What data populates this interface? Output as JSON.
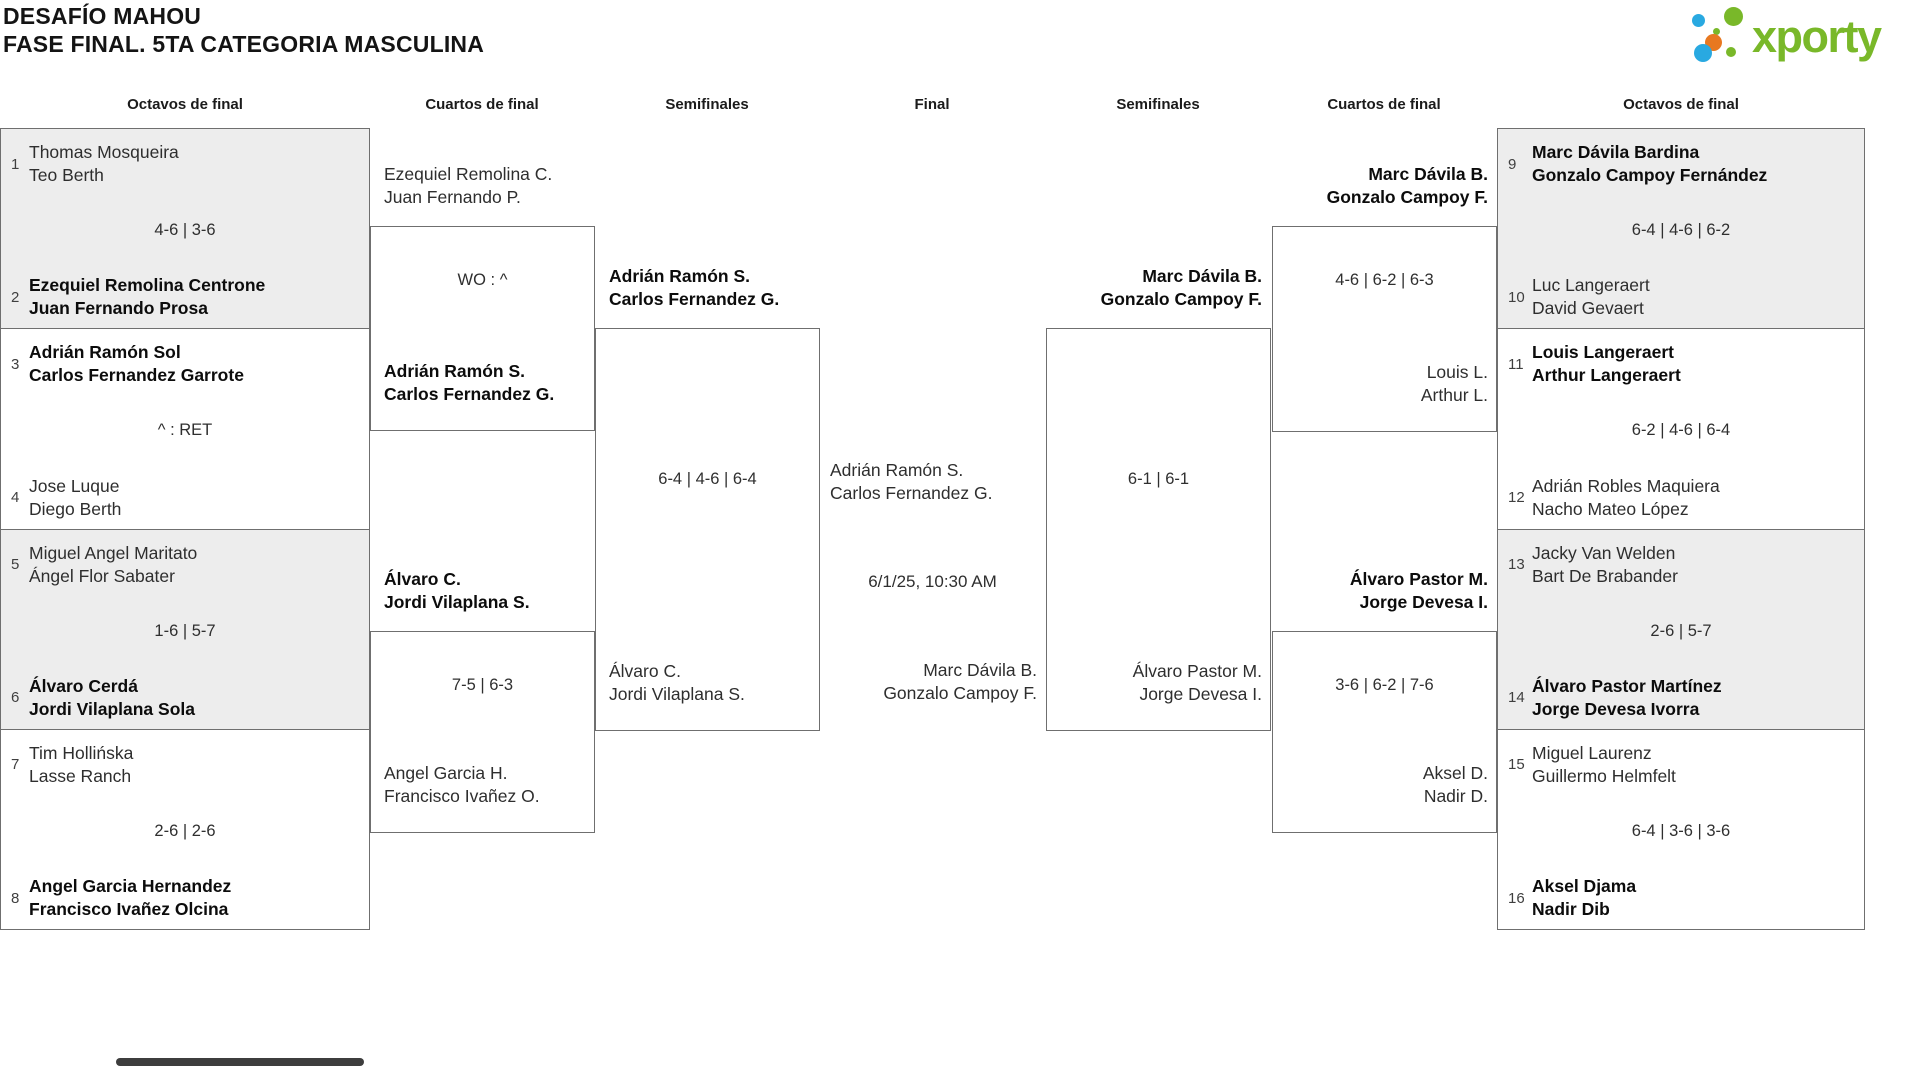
{
  "title": {
    "line1": "DESAFÍO MAHOU",
    "line2": "FASE FINAL. 5TA CATEGORIA MASCULINA"
  },
  "logo": {
    "brand": "xporty"
  },
  "headers": [
    "Octavos de final",
    "Cuartos de final",
    "Semifinales",
    "Final",
    "Semifinales",
    "Cuartos de final",
    "Octavos de final"
  ],
  "colors": {
    "brand_green": "#79b829",
    "brand_blue": "#29a9e1",
    "brand_orange": "#e87820",
    "line_gray": "#6f6f6f",
    "shaded_row": "#ededed"
  },
  "octavos_left": {
    "matches": [
      {
        "seed_top": "1",
        "top": [
          "Thomas Mosqueira",
          "Teo Berth"
        ],
        "top_bold": false,
        "score": "4-6 | 3-6",
        "seed_bottom": "2",
        "bottom": [
          "Ezequiel Remolina Centrone",
          "Juan Fernando Prosa"
        ],
        "bottom_bold": true
      },
      {
        "seed_top": "3",
        "top": [
          "Adrián Ramón Sol",
          "Carlos Fernandez Garrote"
        ],
        "top_bold": true,
        "score": "^ : RET",
        "seed_bottom": "4",
        "bottom": [
          "Jose Luque",
          "Diego Berth"
        ],
        "bottom_bold": false
      },
      {
        "seed_top": "5",
        "top": [
          "Miguel Angel Maritato",
          "Ángel Flor Sabater"
        ],
        "top_bold": false,
        "score": "1-6 | 5-7",
        "seed_bottom": "6",
        "bottom": [
          "Álvaro Cerdá",
          "Jordi Vilaplana Sola"
        ],
        "bottom_bold": true
      },
      {
        "seed_top": "7",
        "top": [
          "Tim Hollińska",
          "Lasse Ranch"
        ],
        "top_bold": false,
        "score": "2-6 | 2-6",
        "seed_bottom": "8",
        "bottom": [
          "Angel Garcia Hernandez",
          "Francisco Ivañez Olcina"
        ],
        "bottom_bold": true
      }
    ]
  },
  "octavos_right": {
    "matches": [
      {
        "seed_top": "9",
        "top": [
          "Marc Dávila Bardina",
          "Gonzalo Campoy Fernández"
        ],
        "top_bold": true,
        "score": "6-4 | 4-6 | 6-2",
        "seed_bottom": "10",
        "bottom": [
          "Luc Langeraert",
          "David Gevaert"
        ],
        "bottom_bold": false
      },
      {
        "seed_top": "11",
        "top": [
          "Louis Langeraert",
          "Arthur Langeraert"
        ],
        "top_bold": true,
        "score": "6-2 | 4-6 | 6-4",
        "seed_bottom": "12",
        "bottom": [
          "Adrián Robles Maquiera",
          "Nacho Mateo López"
        ],
        "bottom_bold": false
      },
      {
        "seed_top": "13",
        "top": [
          "Jacky Van Welden",
          "Bart De Brabander"
        ],
        "top_bold": false,
        "score": "2-6 | 5-7",
        "seed_bottom": "14",
        "bottom": [
          "Álvaro Pastor Martínez",
          "Jorge Devesa Ivorra"
        ],
        "bottom_bold": true
      },
      {
        "seed_top": "15",
        "top": [
          "Miguel Laurenz",
          "Guillermo Helmfelt"
        ],
        "top_bold": false,
        "score": "6-4 | 3-6 | 3-6",
        "seed_bottom": "16",
        "bottom": [
          "Aksel Djama",
          "Nadir Dib"
        ],
        "bottom_bold": true
      }
    ]
  },
  "cuartos_left": [
    {
      "top": [
        "Ezequiel Remolina C.",
        "Juan Fernando P."
      ],
      "top_bold": false,
      "score": "WO : ^",
      "bottom": [
        "Adrián Ramón S.",
        "Carlos Fernandez G."
      ],
      "bottom_bold": true
    },
    {
      "top": [
        "Álvaro C.",
        "Jordi Vilaplana S."
      ],
      "top_bold": true,
      "score": "7-5 | 6-3",
      "bottom": [
        "Angel Garcia H.",
        "Francisco Ivañez O."
      ],
      "bottom_bold": false
    }
  ],
  "cuartos_right": [
    {
      "top": [
        "Marc Dávila B.",
        "Gonzalo Campoy F."
      ],
      "top_bold": true,
      "score": "4-6 | 6-2 | 6-3",
      "bottom": [
        "Louis L.",
        "Arthur L."
      ],
      "bottom_bold": false
    },
    {
      "top": [
        "Álvaro Pastor M.",
        "Jorge Devesa I."
      ],
      "top_bold": true,
      "score": "3-6 | 6-2 | 7-6",
      "bottom": [
        "Aksel D.",
        "Nadir D."
      ],
      "bottom_bold": false
    }
  ],
  "semis": {
    "left": {
      "top": [
        "Adrián Ramón S.",
        "Carlos Fernandez G."
      ],
      "top_bold": true,
      "score": "6-4 | 4-6 | 6-4",
      "bottom": [
        "Álvaro C.",
        "Jordi Vilaplana S."
      ],
      "bottom_bold": false
    },
    "right": {
      "top": [
        "Marc Dávila B.",
        "Gonzalo Campoy F."
      ],
      "top_bold": true,
      "score": "6-1 | 6-1",
      "bottom": [
        "Álvaro Pastor M.",
        "Jorge Devesa I."
      ],
      "bottom_bold": false
    }
  },
  "final": {
    "top": [
      "Adrián Ramón S.",
      "Carlos Fernandez G."
    ],
    "top_bold": false,
    "schedule": "6/1/25, 10:30 AM",
    "bottom": [
      "Marc Dávila B.",
      "Gonzalo Campoy F."
    ],
    "bottom_bold": false
  }
}
